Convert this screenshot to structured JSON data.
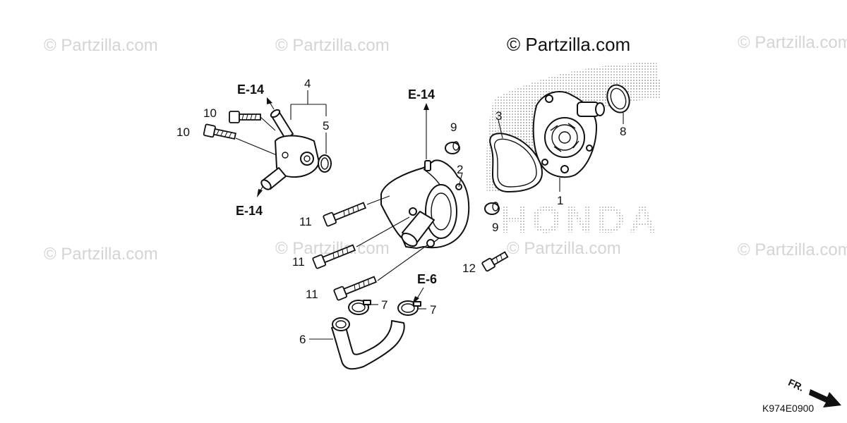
{
  "watermarks": {
    "copyright_main": "© Partzilla.com",
    "tiles": [
      "© Partzilla.com",
      "© Partzilla.com",
      "© Partzilla.com",
      "© Partzilla.com",
      "© Partzilla.com",
      "© Partzilla.com",
      "© Partzilla.com"
    ]
  },
  "brand_logo_text": "HONDA",
  "references": {
    "e14_top_left": "E-14",
    "e14_bottom_left": "E-14",
    "e14_center": "E-14",
    "e6": "E-6"
  },
  "callouts": {
    "p1": "1",
    "p2": "2",
    "p3": "3",
    "p4": "4",
    "p5": "5",
    "p6": "6",
    "p7a": "7",
    "p7b": "7",
    "p8": "8",
    "p9a": "9",
    "p9b": "9",
    "p10a": "10",
    "p10b": "10",
    "p11a": "11",
    "p11b": "11",
    "p11c": "11",
    "p12": "12"
  },
  "direction_label": "FR.",
  "diagram_code": "K974E0900"
}
